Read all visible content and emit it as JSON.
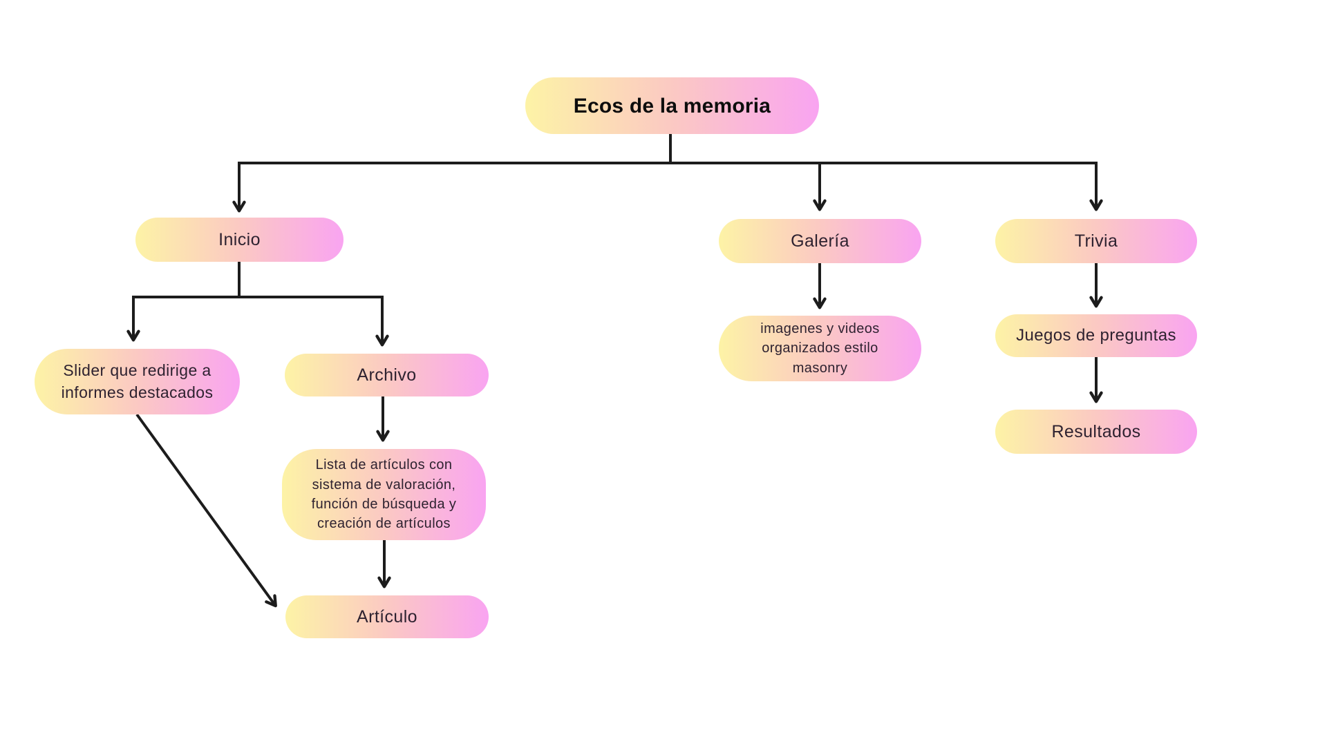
{
  "diagram": {
    "root": {
      "label": "Ecos de la memoria"
    },
    "nodes": {
      "inicio": {
        "label": "Inicio"
      },
      "slider": {
        "label": "Slider que redirige a informes destacados"
      },
      "archivo": {
        "label": "Archivo"
      },
      "lista": {
        "label": "Lista de artículos con sistema de valoración, función de búsqueda y creación de artículos"
      },
      "articulo": {
        "label": "Artículo"
      },
      "galeria": {
        "label": "Galería"
      },
      "galeria_detail": {
        "label": "imagenes y videos organizados estilo masonry"
      },
      "trivia": {
        "label": "Trivia"
      },
      "juegos": {
        "label": "Juegos de preguntas"
      },
      "resultados": {
        "label": "Resultados"
      }
    },
    "colors": {
      "gradient_start": "#fdf3a6",
      "gradient_mid": "#fbc9c3",
      "gradient_end": "#f9a4f1",
      "connector": "#1c1c1c",
      "node_text": "#2e2230",
      "title_text": "#0d0d0d",
      "background": "#ffffff"
    }
  }
}
